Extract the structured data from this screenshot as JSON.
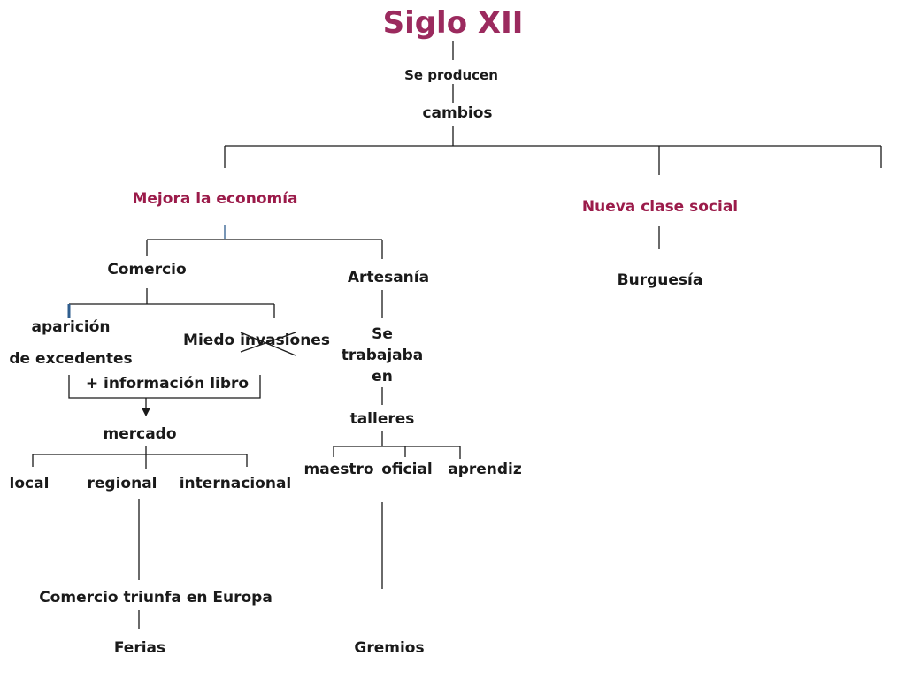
{
  "colors": {
    "title": "#9b2a5e",
    "accent": "#9b1b4a",
    "text": "#1a1a1a",
    "line": "#1a1a1a",
    "blue_mark": "#2f5e8e"
  },
  "title": "Siglo XII",
  "nodes": {
    "se_producen": "Se producen",
    "cambios": "cambios",
    "mejora_economia": "Mejora la economía",
    "nueva_clase_social": "Nueva clase social",
    "burguesia": "Burguesía",
    "comercio": "Comercio",
    "artesania": "Artesanía",
    "aparicion": "aparición",
    "de_excedentes": "de excedentes",
    "miedo_invasiones": "Miedo invasiones",
    "mas_informacion": "+ información libro",
    "se": "Se",
    "trabajaba": "trabajaba",
    "en": "en",
    "talleres": "talleres",
    "mercado": "mercado",
    "maestro": "maestro",
    "oficial": "oficial",
    "aprendiz": "aprendiz",
    "local": "local",
    "regional": "regional",
    "internacional": "internacional",
    "comercio_triunfa": "Comercio triunfa en Europa",
    "ferias": "Ferias",
    "gremios": "Gremios"
  }
}
